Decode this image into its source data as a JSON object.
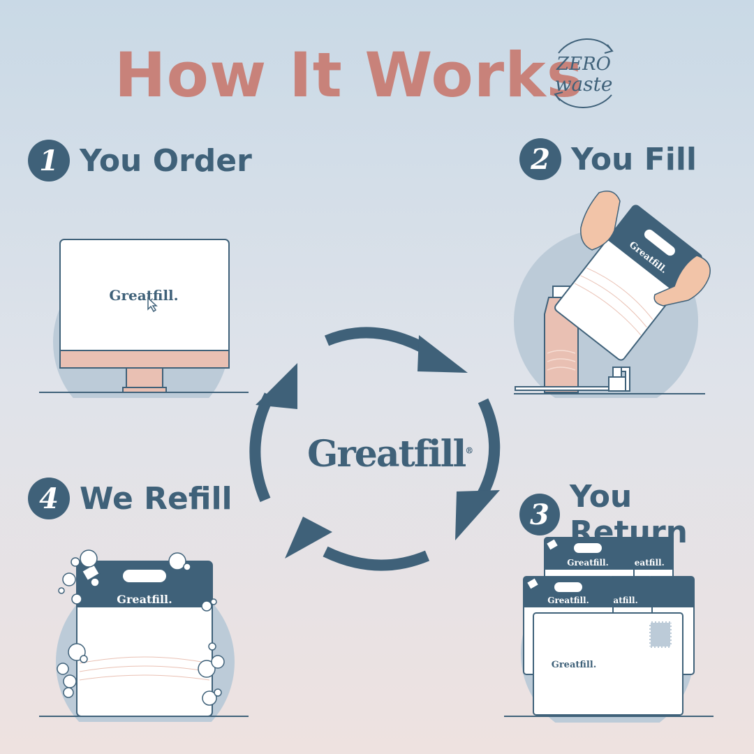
{
  "header": {
    "title": "How It Works",
    "badge_line1": "ZERO",
    "badge_line2": "waste"
  },
  "brand": {
    "name": "Greatfill",
    "registered": "®",
    "screen_logo": "Greatfill."
  },
  "steps": [
    {
      "number": "1",
      "label": "You Order",
      "icon": "computer-monitor-icon"
    },
    {
      "number": "2",
      "label": "You Fill",
      "icon": "refill-pouch-pouring-icon"
    },
    {
      "number": "3",
      "label": "You Return",
      "icon": "return-mailer-pouches-icon"
    },
    {
      "number": "4",
      "label": "We Refill",
      "icon": "refilled-pouch-bubbles-icon"
    }
  ],
  "colors": {
    "navy": "#3f6179",
    "title_rose": "#c8827a",
    "blush": "#e9c0b3",
    "circle_bg": "#bccbd8"
  }
}
